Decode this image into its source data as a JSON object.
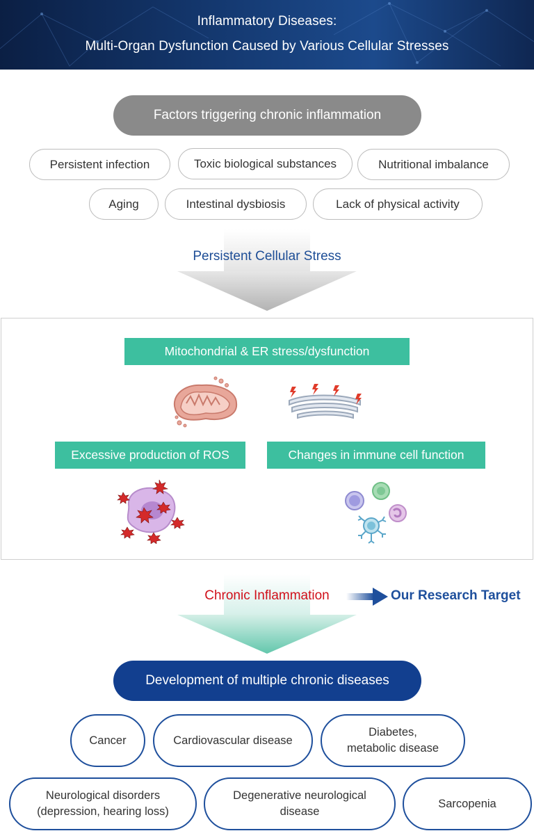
{
  "header": {
    "title_line1": "Inflammatory Diseases:",
    "title_line2": "Multi-Organ Dysfunction Caused by Various Cellular Stresses"
  },
  "triggers": {
    "heading": "Factors triggering chronic inflammation",
    "row1": [
      "Persistent infection",
      "Toxic biological substances",
      "Nutritional imbalance"
    ],
    "row2": [
      "Aging",
      "Intestinal dysbiosis",
      "Lack of physical activity"
    ]
  },
  "arrow1": {
    "label": "Persistent Cellular Stress"
  },
  "stress": {
    "mito_label": "Mitochondrial & ER stress/dysfunction",
    "ros_label": "Excessive production of ROS",
    "immune_label": "Changes in immune cell function"
  },
  "arrow2": {
    "label": "Chronic Inflammation",
    "target": "Our Research Target"
  },
  "outcome": {
    "heading": "Development of multiple chronic diseases",
    "row1": [
      "Cancer",
      "Cardiovascular disease",
      "Diabetes,\nmetabolic disease"
    ],
    "row2": [
      "Neurological disorders\n(depression, hearing loss)",
      "Degenerative neurological\ndisease",
      "Sarcopenia"
    ]
  },
  "colors": {
    "header_bg": "#14386f",
    "trigger_heading_bg": "#8a8a8a",
    "teal": "#3dbf9f",
    "outcome_heading_bg": "#123f8f",
    "stress_text": "#1d4d96",
    "inflammation_text": "#d0101a",
    "target_text": "#1e4f9c"
  }
}
